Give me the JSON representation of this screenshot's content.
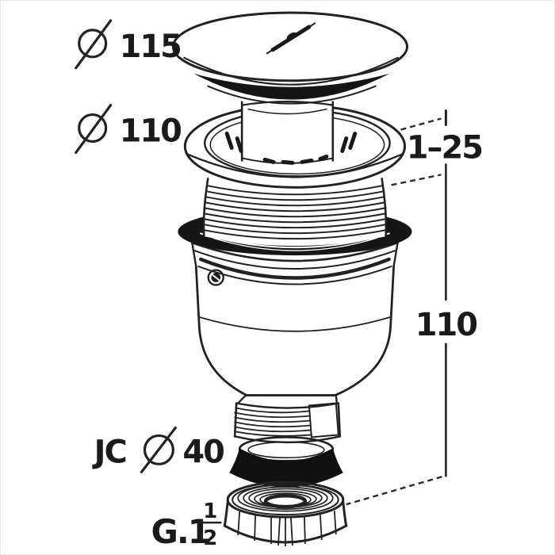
{
  "figure": {
    "type": "exploded technical line drawing",
    "subject": "pop-up bath waste drain fitting",
    "background_color": "#ffffff",
    "line_color": "#222222",
    "text_color": "#1b1b1b",
    "parts": [
      "dome-cap",
      "waste-flange-with-strainer",
      "stem-tube",
      "threaded-barrel",
      "rubber-gasket",
      "waste-body",
      "fixing-screw",
      "outlet-thread",
      "seal-ring",
      "coupling-nut"
    ],
    "labels": {
      "cap_diameter": {
        "symbol": "Ø",
        "value": "115"
      },
      "flange_diameter": {
        "symbol": "Ø",
        "value": "110"
      },
      "clamp_range": {
        "value": "1–25"
      },
      "height": {
        "value": "110"
      },
      "outlet": {
        "prefix": "JC",
        "symbol": "Ø",
        "value": "40"
      },
      "thread": {
        "base": "G.1",
        "numerator": "1",
        "denominator": "2"
      }
    }
  }
}
